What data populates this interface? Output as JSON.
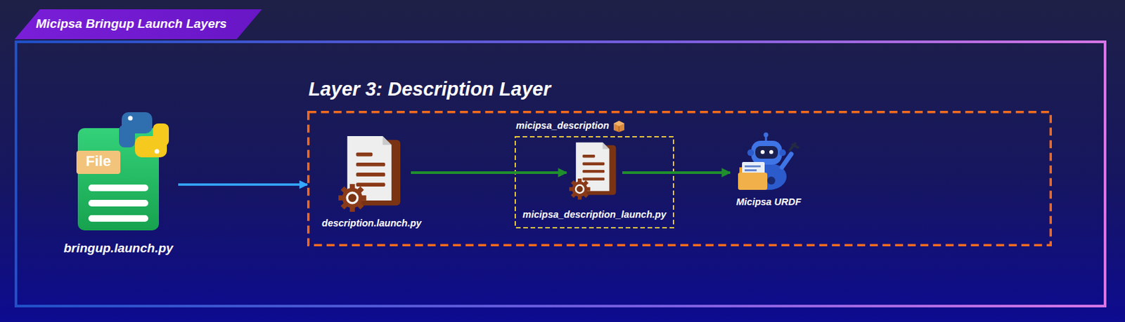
{
  "diagram": {
    "title": "Micipsa Bringup Launch Layers",
    "nodes": [
      {
        "text": [
          "bringup.launch.py"
        ]
      },
      {
        "text": [
          "Layer 3: Description Layer"
        ]
      },
      {
        "text": [
          "description.launch.py"
        ],
        "in": 1
      },
      {
        "text": [
          "micipsa_description"
        ],
        "in": 1
      },
      {
        "text": [
          "micipsa_description_launch.py"
        ],
        "in": 3
      },
      {
        "text": [
          "Micipsa URDF"
        ],
        "in": 1
      }
    ],
    "edges": [
      {
        "from": 0,
        "to": 1,
        "arrow": "to"
      },
      {
        "from": 2,
        "to": 4,
        "arrow": "to"
      },
      {
        "from": 4,
        "to": 5,
        "arrow": "to"
      }
    ],
    "labels": [
      "File"
    ]
  }
}
